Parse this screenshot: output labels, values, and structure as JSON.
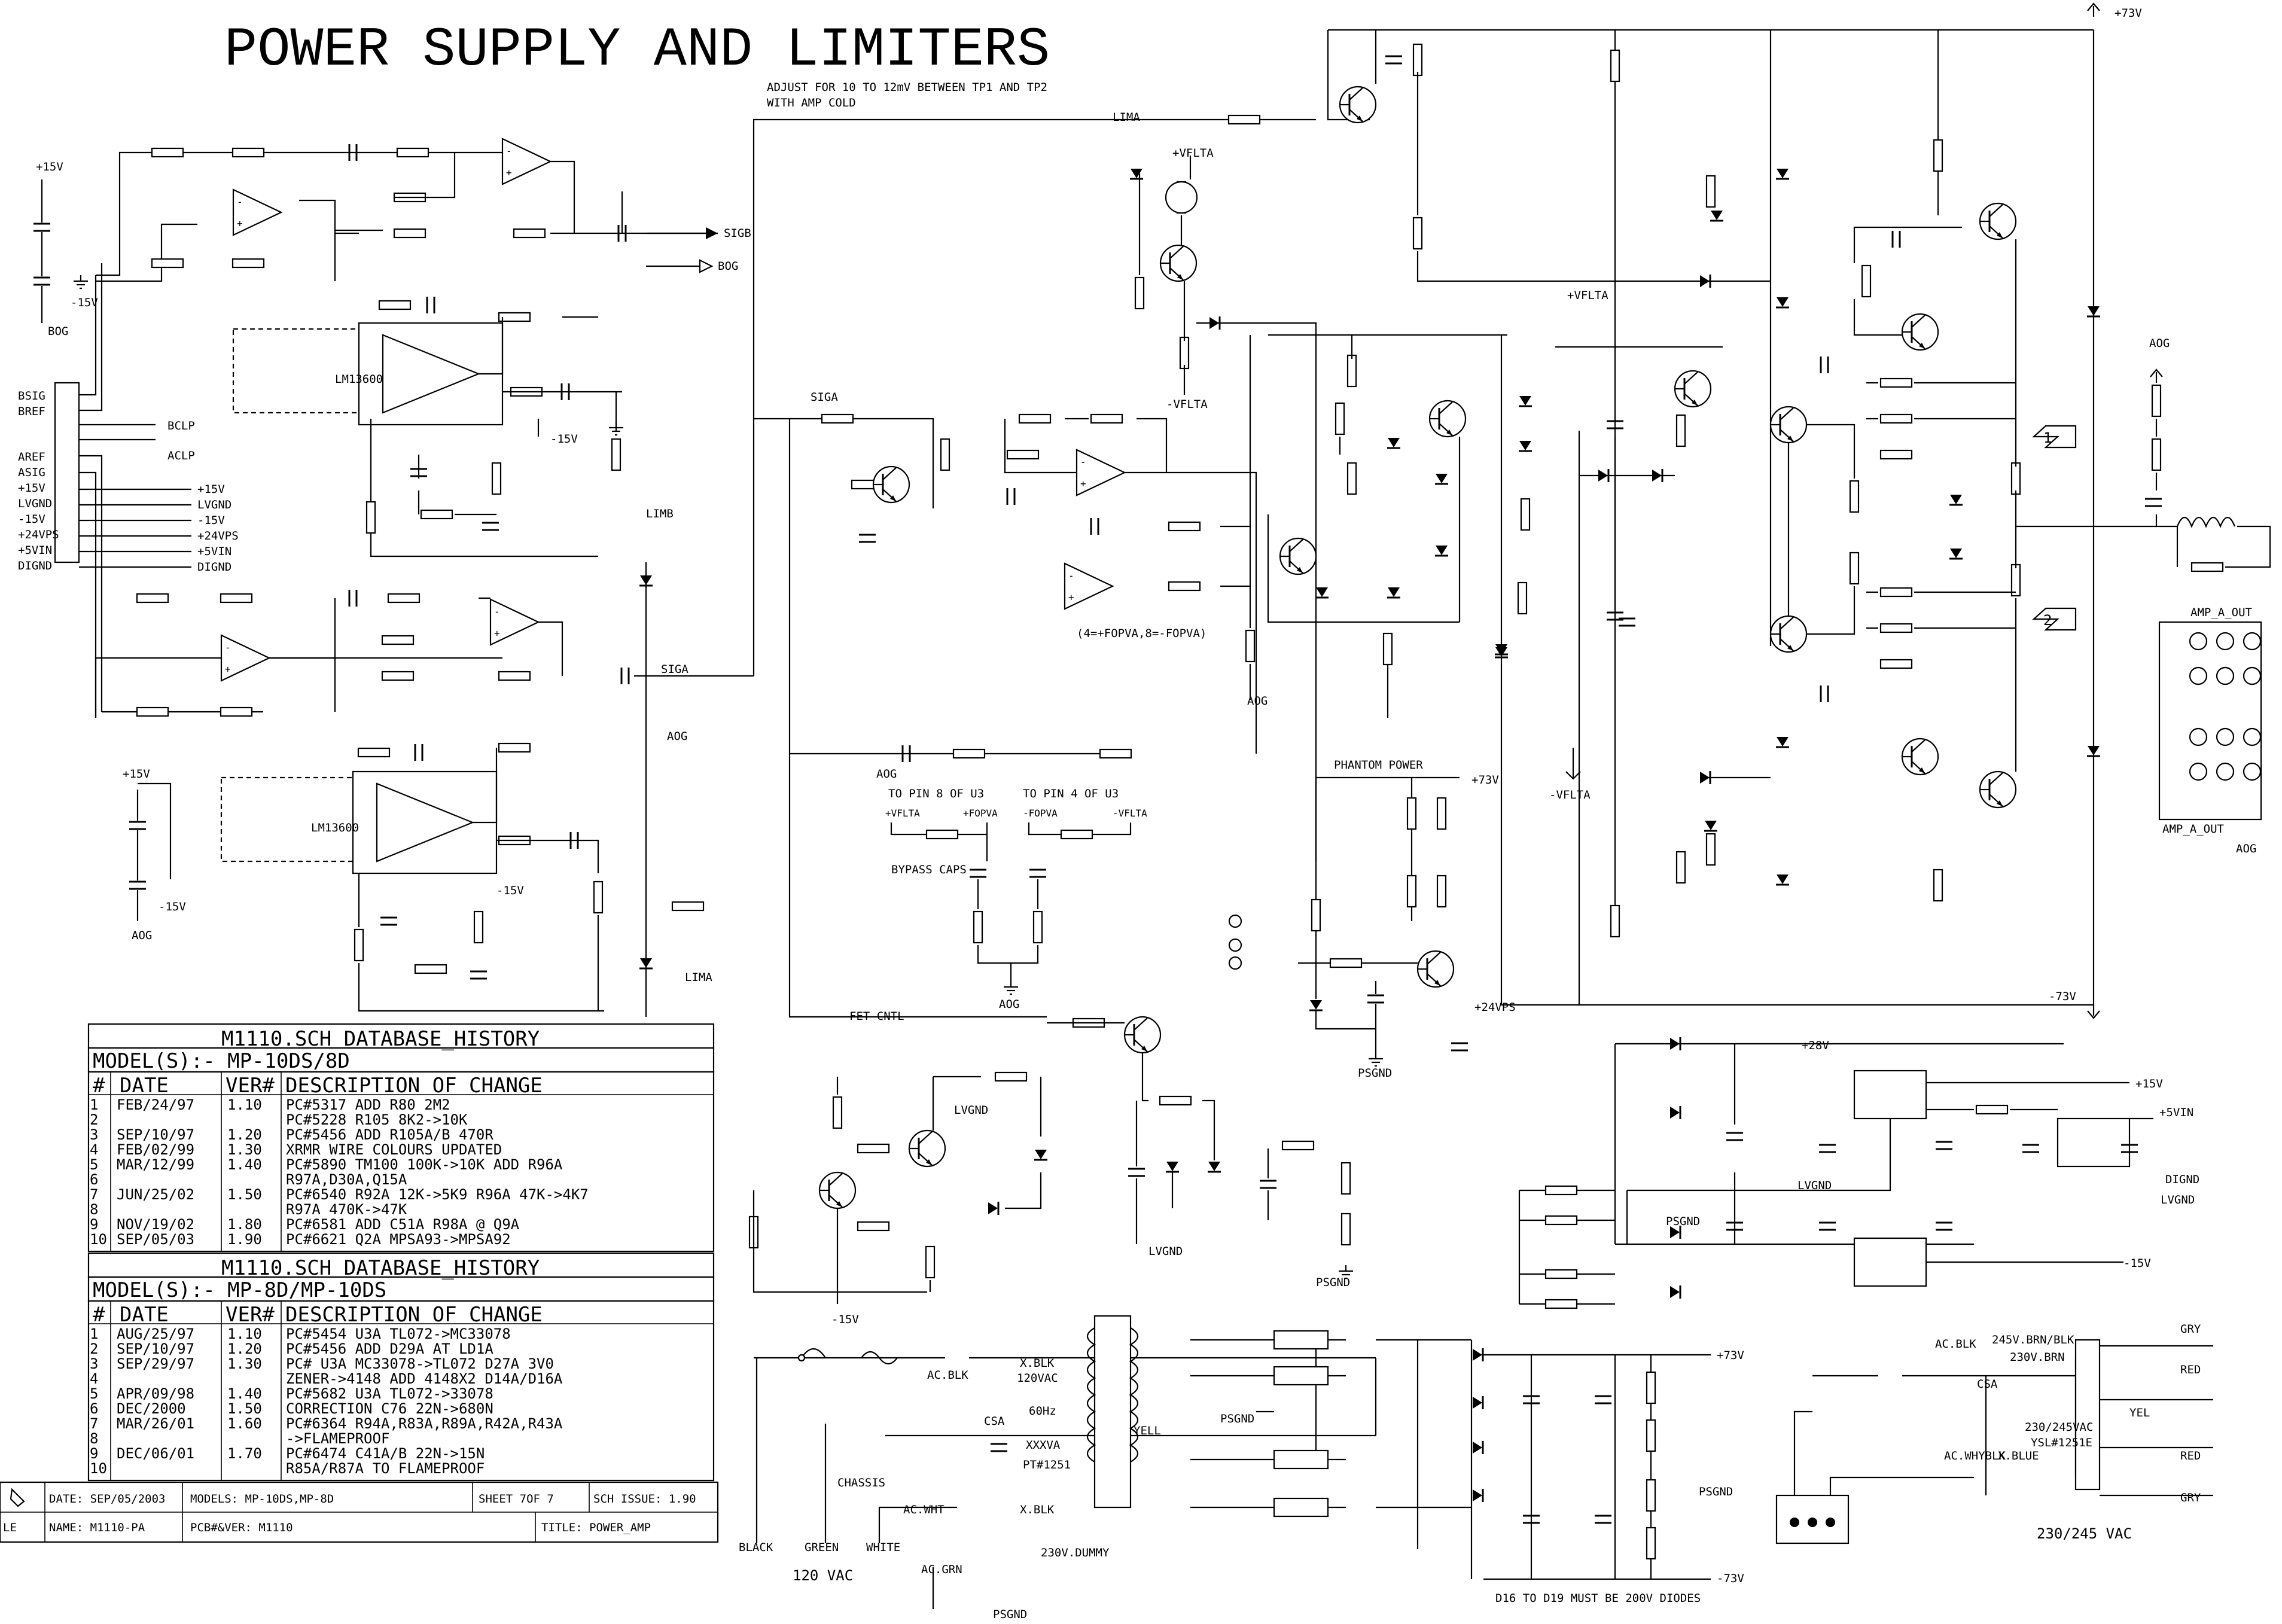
{
  "title": "POWER SUPPLY  AND LIMITERS",
  "notes": {
    "adjust": "ADJUST FOR 10 TO 12mV BETWEEN TP1 AND TP2",
    "adjust2": "WITH AMP COLD",
    "diodes": "D16 TO D19 MUST BE 200V DIODES",
    "phantom": "PHANTOM POWER",
    "bypass": "BYPASS CAPS",
    "pin8": "TO PIN 8 OF U3",
    "pin4": "TO PIN 4 OF U3",
    "u3sup": "(4=+FOPVA,8=-FOPVA)"
  },
  "nets": {
    "p73": "+73V",
    "m73": "-73V",
    "p15": "+15V",
    "m15": "-15V",
    "sigb": "SIGB",
    "bog": "BOG",
    "siga": "SIGA",
    "aog": "AOG",
    "lima": "LIMA",
    "limb": "LIMB",
    "vflta_p": "+VFLTA",
    "vflta_m": "-VFLTA",
    "fopva_p": "+FOPVA",
    "fopva_m": "-FOPVA",
    "fet": "FET CNTL",
    "lvgnd": "LVGND",
    "pgnd": "PSGND",
    "dignd": "DIGND",
    "p24": "+24VPS",
    "p5": "+5VIN",
    "p28": "+28V",
    "v230": "230/245 VAC",
    "v120": "120 VAC",
    "ampa": "AMP_A_OUT",
    "bclp": "BCLP",
    "aclp": "ACLP",
    "chassis": "CHASSIS",
    "black": "BLACK",
    "green": "GREEN",
    "white": "WHITE",
    "acgrn": "AC.GRN",
    "ac_blk": "AC.BLK",
    "ac_wht": "AC.WHT",
    "dummy": "230V.DUMMY"
  },
  "connector": {
    "pins": [
      "BSIG",
      "BREF",
      "",
      "",
      "AREF",
      "ASIG",
      "+15V",
      "LVGND",
      "-15V",
      "+24VPS",
      "+5VIN",
      "DIGND"
    ],
    "outs": [
      "+15V",
      "LVGND",
      "-15V",
      "+24VPS",
      "+5VIN",
      "DIGND"
    ]
  },
  "transformer": {
    "t120": "120VAC",
    "hz": "60Hz",
    "xxxva": "XXXVA",
    "pt": "PT#1251",
    "t230": "230/245VAC",
    "ysl": "YSL#1251E",
    "xblk": "X.BLK",
    "csa": "CSA",
    "brn": "245V.BRN/BLK",
    "brn2": "230V.BRN",
    "wblk": "AC.WHYBLK",
    "xblue": "X.BLUE"
  },
  "colors": {
    "ink": "#000000",
    "paper": "#ffffff"
  },
  "history1": {
    "title": "M1110.SCH DATABASE_HISTORY",
    "model": "MODEL(S):-   MP-10DS/8D",
    "headers": [
      "#",
      "DATE",
      "VER#",
      "DESCRIPTION OF CHANGE"
    ],
    "rows": [
      [
        "1",
        "FEB/24/97",
        "1.10",
        "PC#5317 ADD R80 2M2"
      ],
      [
        "2",
        "",
        "",
        "PC#5228 R105 8K2->10K"
      ],
      [
        "3",
        "SEP/10/97",
        "1.20",
        "PC#5456 ADD R105A/B 470R"
      ],
      [
        "4",
        "FEB/02/99",
        "1.30",
        "XRMR WIRE COLOURS UPDATED"
      ],
      [
        "5",
        "MAR/12/99",
        "1.40",
        "PC#5890 TM100 100K->10K ADD R96A"
      ],
      [
        "6",
        "",
        "",
        "R97A,D30A,Q15A"
      ],
      [
        "7",
        "JUN/25/02",
        "1.50",
        "PC#6540 R92A 12K->5K9 R96A 47K->4K7"
      ],
      [
        "8",
        "",
        "",
        "R97A 470K->47K"
      ],
      [
        "9",
        "NOV/19/02",
        "1.80",
        "PC#6581 ADD C51A R98A @ Q9A"
      ],
      [
        "10",
        "SEP/05/03",
        "1.90",
        "PC#6621 Q2A MPSA93->MPSA92"
      ]
    ]
  },
  "history2": {
    "title": "M1110.SCH DATABASE_HISTORY",
    "model": "MODEL(S):-    MP-8D/MP-10DS",
    "headers": [
      "#",
      "DATE",
      "VER#",
      "DESCRIPTION OF CHANGE"
    ],
    "rows": [
      [
        "1",
        "AUG/25/97",
        "1.10",
        "PC#5454 U3A TL072->MC33078"
      ],
      [
        "2",
        "SEP/10/97",
        "1.20",
        "PC#5456 ADD D29A AT LD1A"
      ],
      [
        "3",
        "SEP/29/97",
        "1.30",
        "PC#   U3A MC33078->TL072 D27A 3V0"
      ],
      [
        "4",
        "",
        "",
        "ZENER->4148 ADD 4148X2 D14A/D16A"
      ],
      [
        "5",
        "APR/09/98",
        "1.40",
        "PC#5682 U3A TL072->33078"
      ],
      [
        "6",
        "DEC/2000",
        "1.50",
        "CORRECTION C76 22N->680N"
      ],
      [
        "7",
        "MAR/26/01",
        "1.60",
        "PC#6364 R94A,R83A,R89A,R42A,R43A"
      ],
      [
        "8",
        "",
        "",
        "->FLAMEPROOF"
      ],
      [
        "9",
        "DEC/06/01",
        "1.70",
        "PC#6474 C41A/B 22N->15N"
      ],
      [
        "10",
        "",
        "",
        "R85A/R87A TO FLAMEPROOF"
      ]
    ]
  },
  "titleblock": {
    "date": "DATE: SEP/05/2003",
    "models": "MODELS:  MP-10DS,MP-8D",
    "sheet": "SHEET  7OF   7",
    "issue": "SCH ISSUE:   1.90",
    "name": "NAME: M1110-PA",
    "pcb": "PCB#&VER:  M1110",
    "ttl": "TITLE:  POWER_AMP",
    "le": "LE"
  }
}
